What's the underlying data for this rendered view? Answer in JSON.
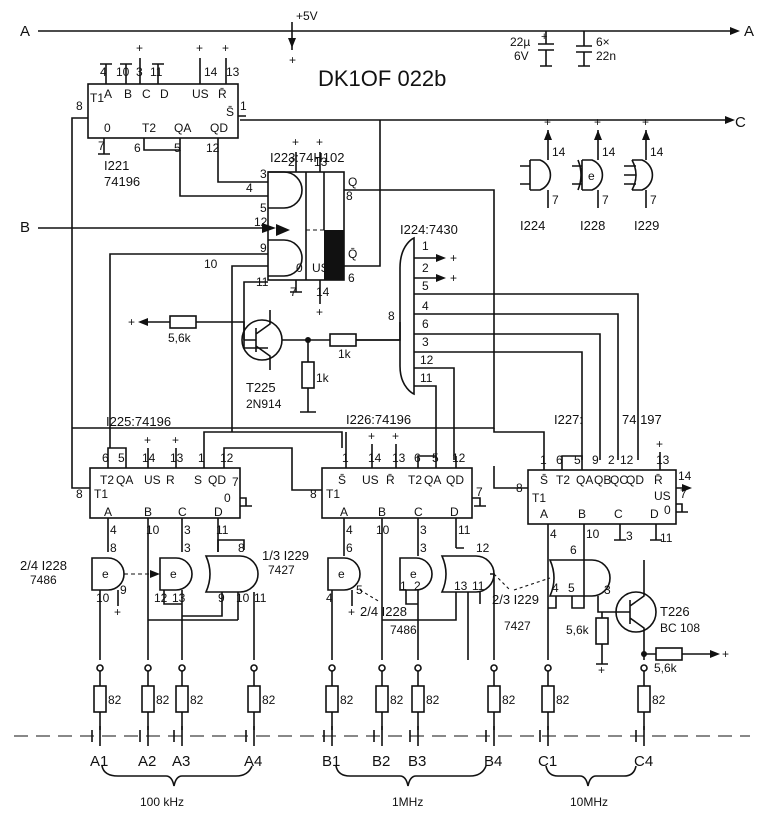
{
  "title": "DK1OF 022b",
  "rails": {
    "A": "A",
    "B": "B",
    "C": "C",
    "vcc": "+5V",
    "cap_electrolytic": "22µ",
    "cap_electrolytic_v": "6V",
    "cap_ceramic": "6×",
    "cap_ceramic_v": "22n"
  },
  "ic221": {
    "name": "I221",
    "type": "74196",
    "pins_top": [
      "4",
      "10",
      "3",
      "11",
      "14",
      "13"
    ],
    "labels_top": [
      "A",
      "B",
      "C",
      "D",
      "US",
      "R̄"
    ],
    "labels_bot": [
      "T1",
      "0",
      "T2",
      "QA",
      "QD",
      "S̄"
    ],
    "pins": [
      "8",
      "7",
      "6",
      "5",
      "12",
      "1"
    ]
  },
  "ic223": {
    "name": "I223:74H102",
    "pins": [
      "2",
      "13",
      "3",
      "4",
      "5",
      "12",
      "9",
      "10",
      "11",
      "8",
      "6",
      "7",
      "14"
    ],
    "labels": [
      "Q",
      "Q̄",
      "0",
      "US"
    ]
  },
  "ic224": {
    "name": "I224:7430",
    "pins": [
      "1",
      "2",
      "5",
      "4",
      "6",
      "3",
      "12",
      "11",
      "8"
    ]
  },
  "ic225": {
    "name": "I225:74196",
    "pins": [
      "6",
      "5",
      "14",
      "13",
      "1",
      "12",
      "8",
      "7"
    ],
    "labels": [
      "T2",
      "QA",
      "US",
      "R",
      "S",
      "QD",
      "T1",
      "0",
      "A",
      "B",
      "C",
      "D"
    ]
  },
  "ic226": {
    "name": "I226:74196",
    "pins": [
      "1",
      "14",
      "13",
      "6",
      "5",
      "12",
      "8",
      "7"
    ],
    "labels": [
      "S̄",
      "US",
      "R̄",
      "T2",
      "QA",
      "QD",
      "T1"
    ]
  },
  "ic227": {
    "name": "I227:",
    "suffix": "74 197",
    "pins": [
      "1",
      "6",
      "5",
      "9",
      "2",
      "12",
      "13",
      "14",
      "7",
      "8"
    ],
    "labels": [
      "S̄",
      "T2",
      "QA",
      "QB",
      "QC",
      "QD",
      "R̄",
      "US",
      "0",
      "T1"
    ]
  },
  "legend": {
    "gates": [
      "I224",
      "I228",
      "I229"
    ],
    "gate_pins": [
      "14",
      "7"
    ]
  },
  "t225": {
    "name": "T225",
    "type": "2N914",
    "r1": "5,6k",
    "r2": "1k",
    "r3": "1k"
  },
  "t226": {
    "name": "T226",
    "type": "BC 108",
    "r1": "5,6k",
    "r2": "5,6k"
  },
  "gates_left": {
    "x1": "2/4 I228",
    "x1_type": "7486",
    "x2": "1/3 I229",
    "x2_type": "7427"
  },
  "gates_mid": {
    "x1": "2/4 I228",
    "x1_type": "7486",
    "x2": "2/3 I229",
    "x2_type": "7427"
  },
  "counter_outputs": [
    "A",
    "B",
    "C",
    "D"
  ],
  "resistor": "82",
  "switches": [
    "A1",
    "A2",
    "A3",
    "A4",
    "B1",
    "B2",
    "B3",
    "B4",
    "C1",
    "C4"
  ],
  "groups": [
    "100 kHz",
    "1MHz",
    "10MHz"
  ]
}
